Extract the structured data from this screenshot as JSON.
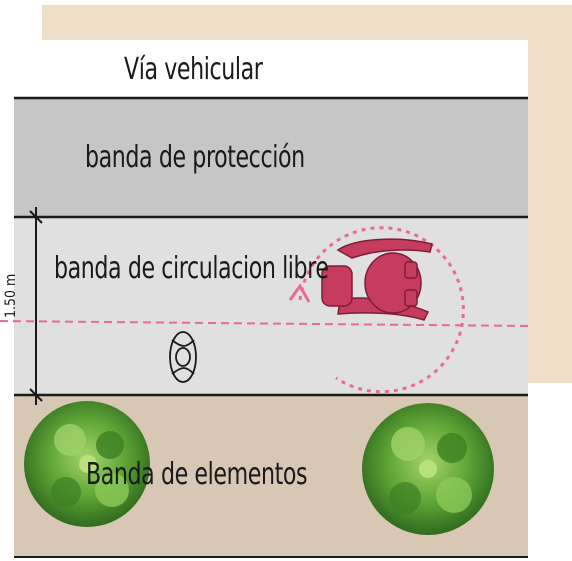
{
  "title": "Vía vehicular",
  "bands": {
    "proteccion": "banda de protección",
    "circulacion": "banda de circulacion libre",
    "elementos": "Banda de elementos"
  },
  "dimension": {
    "label": "1.50 m"
  },
  "colors": {
    "beige": "#efdfc9",
    "proteccion_band": "#c6c6c6",
    "circulacion_band": "#e0e0e0",
    "elementos_band": "#d7c7b4",
    "accent_pink": "#e96b93",
    "wheelchair": "#c63c5e",
    "tree": "#4e9a2e"
  },
  "icons": [
    "tree-icon",
    "wheelchair-icon",
    "pedestrian-icon",
    "turning-circle"
  ]
}
